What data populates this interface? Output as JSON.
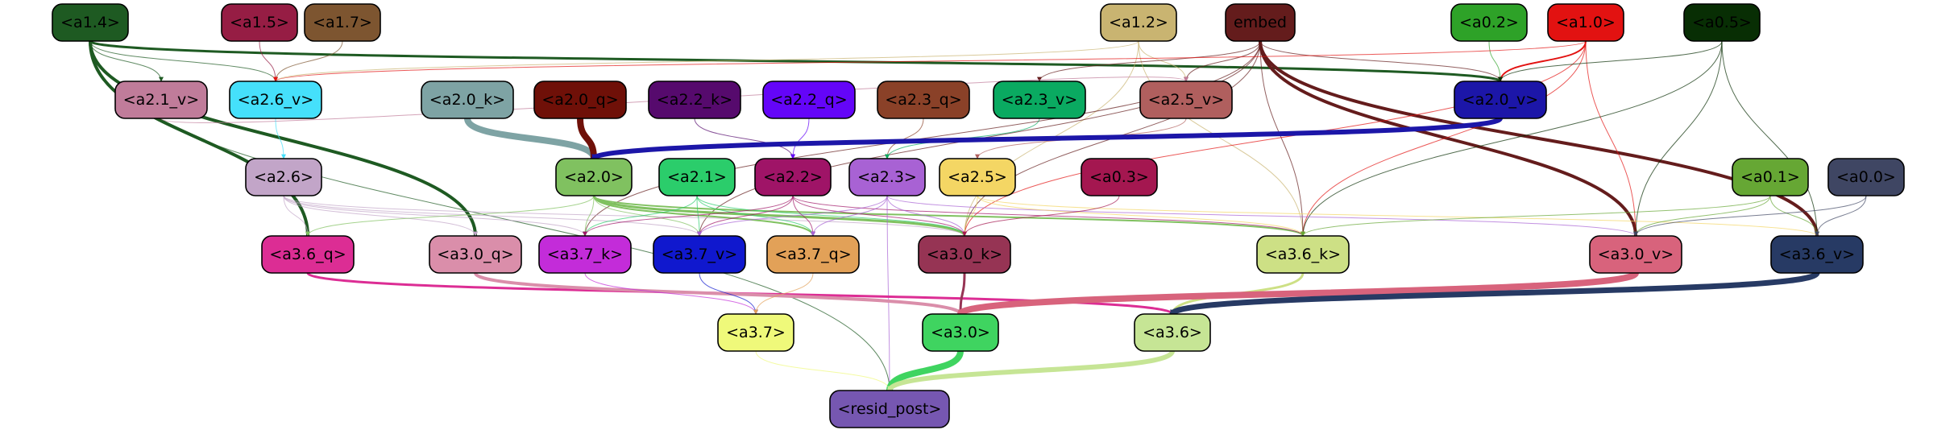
{
  "nodes": [
    {
      "id": "a1.4",
      "label": "<a1.4>",
      "color": "#1e5a22"
    },
    {
      "id": "a1.5",
      "label": "<a1.5>",
      "color": "#961d44"
    },
    {
      "id": "a1.7",
      "label": "<a1.7>",
      "color": "#7d5530"
    },
    {
      "id": "a1.2",
      "label": "<a1.2>",
      "color": "#c9b471"
    },
    {
      "id": "embed",
      "label": "embed",
      "color": "#641c1c"
    },
    {
      "id": "a0.2",
      "label": "<a0.2>",
      "color": "#2ea228"
    },
    {
      "id": "a1.0",
      "label": "<a1.0>",
      "color": "#e21211"
    },
    {
      "id": "a0.5",
      "label": "<a0.5>",
      "color": "#082e04"
    },
    {
      "id": "a2.1_v",
      "label": "<a2.1_v>",
      "color": "#c07c9a"
    },
    {
      "id": "a2.6_v",
      "label": "<a2.6_v>",
      "color": "#45e0fb"
    },
    {
      "id": "a2.0_k",
      "label": "<a2.0_k>",
      "color": "#7ea3a4"
    },
    {
      "id": "a2.0_q",
      "label": "<a2.0_q>",
      "color": "#6f1008"
    },
    {
      "id": "a2.2_k",
      "label": "<a2.2_k>",
      "color": "#560a6d"
    },
    {
      "id": "a2.2_q",
      "label": "<a2.2_q>",
      "color": "#6405f8"
    },
    {
      "id": "a2.3_q",
      "label": "<a2.3_q>",
      "color": "#8a4128"
    },
    {
      "id": "a2.3_v",
      "label": "<a2.3_v>",
      "color": "#0aaa61"
    },
    {
      "id": "a2.5_v",
      "label": "<a2.5_v>",
      "color": "#b05f5e"
    },
    {
      "id": "a2.0_v",
      "label": "<a2.0_v>",
      "color": "#1c16a8"
    },
    {
      "id": "a2.6",
      "label": "<a2.6>",
      "color": "#c2a5c8"
    },
    {
      "id": "a2.0",
      "label": "<a2.0>",
      "color": "#80c160"
    },
    {
      "id": "a2.1",
      "label": "<a2.1>",
      "color": "#2bcd6b"
    },
    {
      "id": "a2.2",
      "label": "<a2.2>",
      "color": "#9f1467"
    },
    {
      "id": "a2.3",
      "label": "<a2.3>",
      "color": "#a862d4"
    },
    {
      "id": "a2.5",
      "label": "<a2.5>",
      "color": "#f4d664"
    },
    {
      "id": "a0.3",
      "label": "<a0.3>",
      "color": "#a41750"
    },
    {
      "id": "a0.1",
      "label": "<a0.1>",
      "color": "#66a734"
    },
    {
      "id": "a0.0",
      "label": "<a0.0>",
      "color": "#3f4663"
    },
    {
      "id": "a3.6_q",
      "label": "<a3.6_q>",
      "color": "#dc2d94"
    },
    {
      "id": "a3.0_q",
      "label": "<a3.0_q>",
      "color": "#da8eaa"
    },
    {
      "id": "a3.7_k",
      "label": "<a3.7_k>",
      "color": "#c32cd9"
    },
    {
      "id": "a3.7_v",
      "label": "<a3.7_v>",
      "color": "#1018ce"
    },
    {
      "id": "a3.7_q",
      "label": "<a3.7_q>",
      "color": "#e2a158"
    },
    {
      "id": "a3.0_k",
      "label": "<a3.0_k>",
      "color": "#963454"
    },
    {
      "id": "a3.6_k",
      "label": "<a3.6_k>",
      "color": "#cde085"
    },
    {
      "id": "a3.0_v",
      "label": "<a3.0_v>",
      "color": "#d8637c"
    },
    {
      "id": "a3.6_v",
      "label": "<a3.6_v>",
      "color": "#273a64"
    },
    {
      "id": "a3.7",
      "label": "<a3.7>",
      "color": "#eff97a"
    },
    {
      "id": "a3.0",
      "label": "<a3.0>",
      "color": "#3fd460"
    },
    {
      "id": "a3.6",
      "label": "<a3.6>",
      "color": "#c6e595"
    },
    {
      "id": "resid_post",
      "label": "<resid_post>",
      "color": "#7657b1"
    }
  ],
  "edges": [
    {
      "from": "a1.4",
      "to": "a2.1_v",
      "color": "#1e5a22",
      "weight": 1
    },
    {
      "from": "a1.4",
      "to": "a2.6_v",
      "color": "#1e5a22",
      "weight": 1
    },
    {
      "from": "a1.4",
      "to": "a2.0_v",
      "color": "#1e5a22",
      "weight": 3
    },
    {
      "from": "a1.4",
      "to": "a3.6_q",
      "color": "#1e5a22",
      "weight": 4
    },
    {
      "from": "a1.4",
      "to": "a3.0_q",
      "color": "#1e5a22",
      "weight": 4
    },
    {
      "from": "a1.4",
      "to": "resid_post",
      "color": "#1e5a22",
      "weight": 1
    },
    {
      "from": "a1.5",
      "to": "a2.6_v",
      "color": "#961d44",
      "weight": 1
    },
    {
      "from": "a1.7",
      "to": "a2.6_v",
      "color": "#7d5530",
      "weight": 1
    },
    {
      "from": "a1.2",
      "to": "a2.6_v",
      "color": "#c9b471",
      "weight": 1
    },
    {
      "from": "a1.2",
      "to": "a2.5_v",
      "color": "#c9b471",
      "weight": 1
    },
    {
      "from": "a1.2",
      "to": "a3.0_k",
      "color": "#c9b471",
      "weight": 1
    },
    {
      "from": "a1.2",
      "to": "a3.6_k",
      "color": "#c9b471",
      "weight": 1
    },
    {
      "from": "embed",
      "to": "a2.3_v",
      "color": "#641c1c",
      "weight": 1
    },
    {
      "from": "embed",
      "to": "a2.5_v",
      "color": "#641c1c",
      "weight": 1
    },
    {
      "from": "embed",
      "to": "a2.0_v",
      "color": "#641c1c",
      "weight": 1
    },
    {
      "from": "embed",
      "to": "a3.7_k",
      "color": "#641c1c",
      "weight": 1
    },
    {
      "from": "embed",
      "to": "a3.7_v",
      "color": "#641c1c",
      "weight": 1
    },
    {
      "from": "embed",
      "to": "a3.0_k",
      "color": "#641c1c",
      "weight": 1
    },
    {
      "from": "embed",
      "to": "a3.6_k",
      "color": "#641c1c",
      "weight": 1
    },
    {
      "from": "embed",
      "to": "a3.0_v",
      "color": "#641c1c",
      "weight": 4
    },
    {
      "from": "embed",
      "to": "a3.6_v",
      "color": "#641c1c",
      "weight": 4
    },
    {
      "from": "a0.2",
      "to": "a2.0_v",
      "color": "#2ea228",
      "weight": 1
    },
    {
      "from": "a1.0",
      "to": "a2.0_v",
      "color": "#e21211",
      "weight": 2
    },
    {
      "from": "a1.0",
      "to": "a2.6_v",
      "color": "#e21211",
      "weight": 1
    },
    {
      "from": "a1.0",
      "to": "a3.0_k",
      "color": "#e21211",
      "weight": 1
    },
    {
      "from": "a1.0",
      "to": "a3.6_k",
      "color": "#e21211",
      "weight": 1
    },
    {
      "from": "a1.0",
      "to": "a3.0_v",
      "color": "#e21211",
      "weight": 1
    },
    {
      "from": "a0.5",
      "to": "a2.0_v",
      "color": "#082e04",
      "weight": 1
    },
    {
      "from": "a0.5",
      "to": "a3.6_k",
      "color": "#082e04",
      "weight": 1
    },
    {
      "from": "a0.5",
      "to": "a3.0_v",
      "color": "#082e04",
      "weight": 1
    },
    {
      "from": "a0.5",
      "to": "a3.6_v",
      "color": "#082e04",
      "weight": 1
    },
    {
      "from": "a2.1_v",
      "to": "a2.5_v",
      "color": "#c07c9a",
      "weight": 1
    },
    {
      "from": "a2.6_v",
      "to": "a2.6",
      "color": "#45e0fb",
      "weight": 1
    },
    {
      "from": "a2.0_k",
      "to": "a2.0",
      "color": "#7ea3a4",
      "weight": 8
    },
    {
      "from": "a2.0_q",
      "to": "a2.0",
      "color": "#6f1008",
      "weight": 8
    },
    {
      "from": "a2.2_k",
      "to": "a2.2",
      "color": "#560a6d",
      "weight": 1
    },
    {
      "from": "a2.2_q",
      "to": "a2.2",
      "color": "#6405f8",
      "weight": 1
    },
    {
      "from": "a2.3_q",
      "to": "a2.3",
      "color": "#8a4128",
      "weight": 1
    },
    {
      "from": "a2.3_v",
      "to": "a2.3",
      "color": "#0aaa61",
      "weight": 1
    },
    {
      "from": "a2.5_v",
      "to": "a2.5",
      "color": "#b05f5e",
      "weight": 1
    },
    {
      "from": "a2.0_v",
      "to": "a2.0",
      "color": "#1c16a8",
      "weight": 6
    },
    {
      "from": "a2.6",
      "to": "a3.6_q",
      "color": "#c2a5c8",
      "weight": 1
    },
    {
      "from": "a2.6",
      "to": "a3.0_q",
      "color": "#c2a5c8",
      "weight": 1
    },
    {
      "from": "a2.6",
      "to": "a3.7_k",
      "color": "#c2a5c8",
      "weight": 1
    },
    {
      "from": "a2.6",
      "to": "a3.7_v",
      "color": "#c2a5c8",
      "weight": 1
    },
    {
      "from": "a2.6",
      "to": "a3.0_k",
      "color": "#c2a5c8",
      "weight": 1
    },
    {
      "from": "a2.0",
      "to": "a3.6_q",
      "color": "#80c160",
      "weight": 1
    },
    {
      "from": "a2.0",
      "to": "a3.7_k",
      "color": "#80c160",
      "weight": 1
    },
    {
      "from": "a2.0",
      "to": "a3.7_v",
      "color": "#80c160",
      "weight": 1
    },
    {
      "from": "a2.0",
      "to": "a3.7_q",
      "color": "#80c160",
      "weight": 2
    },
    {
      "from": "a2.0",
      "to": "a3.0_k",
      "color": "#80c160",
      "weight": 3
    },
    {
      "from": "a2.0",
      "to": "a3.6_k",
      "color": "#80c160",
      "weight": 2
    },
    {
      "from": "a2.1",
      "to": "a3.7_k",
      "color": "#2bcd6b",
      "weight": 1
    },
    {
      "from": "a2.1",
      "to": "a3.7_v",
      "color": "#2bcd6b",
      "weight": 1
    },
    {
      "from": "a2.1",
      "to": "a3.7_q",
      "color": "#2bcd6b",
      "weight": 1
    },
    {
      "from": "a2.1",
      "to": "a3.0_k",
      "color": "#2bcd6b",
      "weight": 1
    },
    {
      "from": "a2.2",
      "to": "a3.7_k",
      "color": "#9f1467",
      "weight": 1
    },
    {
      "from": "a2.2",
      "to": "a3.7_v",
      "color": "#9f1467",
      "weight": 1
    },
    {
      "from": "a2.2",
      "to": "a3.7_q",
      "color": "#9f1467",
      "weight": 1
    },
    {
      "from": "a2.2",
      "to": "a3.0_k",
      "color": "#9f1467",
      "weight": 1
    },
    {
      "from": "a2.2",
      "to": "a3.6_k",
      "color": "#9f1467",
      "weight": 1
    },
    {
      "from": "a2.3",
      "to": "a3.7_v",
      "color": "#a862d4",
      "weight": 1
    },
    {
      "from": "a2.3",
      "to": "a3.7_q",
      "color": "#a862d4",
      "weight": 1
    },
    {
      "from": "a2.3",
      "to": "a3.0_k",
      "color": "#a862d4",
      "weight": 1
    },
    {
      "from": "a2.3",
      "to": "a3.0_v",
      "color": "#a862d4",
      "weight": 1
    },
    {
      "from": "a2.3",
      "to": "resid_post",
      "color": "#a862d4",
      "weight": 1
    },
    {
      "from": "a2.5",
      "to": "a3.0_k",
      "color": "#f4d664",
      "weight": 1
    },
    {
      "from": "a2.5",
      "to": "a3.6_k",
      "color": "#f4d664",
      "weight": 1
    },
    {
      "from": "a2.5",
      "to": "a3.6_v",
      "color": "#f4d664",
      "weight": 1
    },
    {
      "from": "a0.3",
      "to": "a3.0_k",
      "color": "#a41750",
      "weight": 1
    },
    {
      "from": "a0.1",
      "to": "a3.6_k",
      "color": "#66a734",
      "weight": 1
    },
    {
      "from": "a0.1",
      "to": "a3.0_v",
      "color": "#66a734",
      "weight": 1
    },
    {
      "from": "a0.1",
      "to": "a3.6_v",
      "color": "#66a734",
      "weight": 1
    },
    {
      "from": "a0.0",
      "to": "a3.0_v",
      "color": "#3f4663",
      "weight": 1
    },
    {
      "from": "a0.0",
      "to": "a3.6_v",
      "color": "#3f4663",
      "weight": 1
    },
    {
      "from": "a3.6_q",
      "to": "a3.6",
      "color": "#dc2d94",
      "weight": 3
    },
    {
      "from": "a3.0_q",
      "to": "a3.0",
      "color": "#da8eaa",
      "weight": 4
    },
    {
      "from": "a3.7_k",
      "to": "a3.7",
      "color": "#c32cd9",
      "weight": 1
    },
    {
      "from": "a3.7_v",
      "to": "a3.7",
      "color": "#1018ce",
      "weight": 1
    },
    {
      "from": "a3.7_q",
      "to": "a3.7",
      "color": "#e2a158",
      "weight": 1
    },
    {
      "from": "a3.0_k",
      "to": "a3.0",
      "color": "#963454",
      "weight": 3
    },
    {
      "from": "a3.6_k",
      "to": "a3.6",
      "color": "#cde085",
      "weight": 3
    },
    {
      "from": "a3.0_v",
      "to": "a3.0",
      "color": "#d8637c",
      "weight": 8
    },
    {
      "from": "a3.6_v",
      "to": "a3.6",
      "color": "#273a64",
      "weight": 7
    },
    {
      "from": "a3.7",
      "to": "resid_post",
      "color": "#eff97a",
      "weight": 1
    },
    {
      "from": "a3.0",
      "to": "resid_post",
      "color": "#3fd460",
      "weight": 8
    },
    {
      "from": "a3.6",
      "to": "resid_post",
      "color": "#c6e595",
      "weight": 6
    }
  ]
}
